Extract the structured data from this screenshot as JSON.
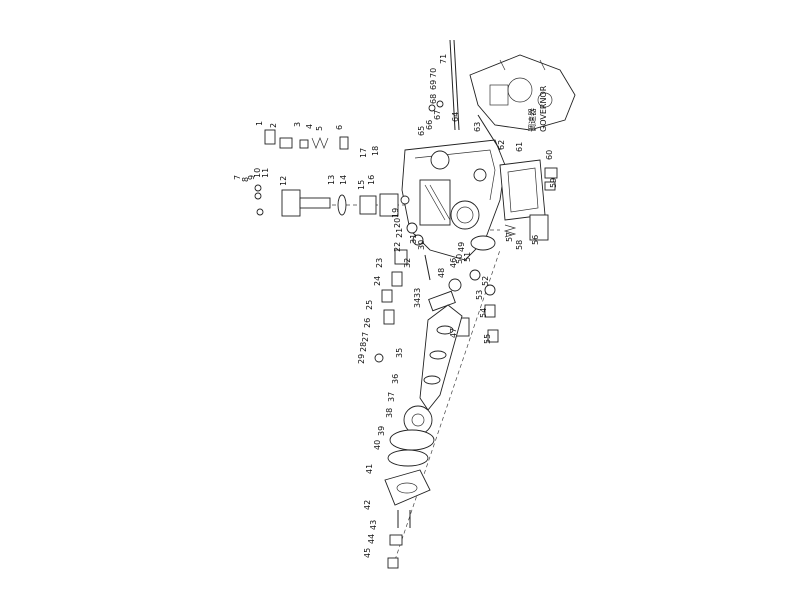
{
  "diagram": {
    "callouts": [
      "1",
      "2",
      "3",
      "4",
      "5",
      "6",
      "7",
      "8",
      "9",
      "10",
      "11",
      "12",
      "13",
      "14",
      "15",
      "16",
      "17",
      "18",
      "19",
      "20",
      "21",
      "22",
      "23",
      "24",
      "25",
      "26",
      "27",
      "28",
      "29",
      "30",
      "31",
      "32",
      "33",
      "34",
      "35",
      "36",
      "37",
      "38",
      "39",
      "40",
      "41",
      "42",
      "43",
      "44",
      "45",
      "46",
      "47",
      "48",
      "49",
      "50",
      "51",
      "52",
      "53",
      "54",
      "55",
      "56",
      "57",
      "58",
      "59",
      "60",
      "61",
      "62",
      "63",
      "64",
      "65",
      "66",
      "67",
      "68",
      "69",
      "70",
      "71"
    ],
    "inset_caption_cn": "调速器",
    "inset_caption_en": "GOVERNOR"
  }
}
